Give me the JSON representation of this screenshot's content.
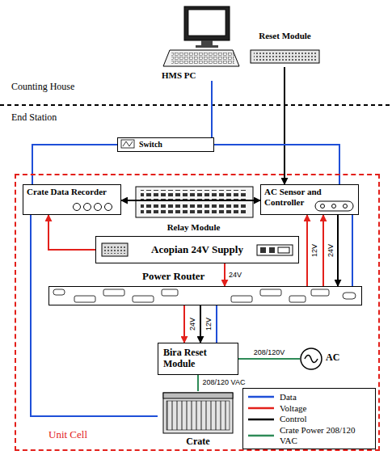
{
  "diagram": {
    "nodes": [
      {
        "text": [
          "HMS PC"
        ]
      },
      {
        "text": [
          "Reset Module"
        ]
      },
      {
        "text": [
          "Switch"
        ]
      },
      {
        "text": [
          "Unit Cell"
        ]
      },
      {
        "text": [
          "Crate Data Recorder"
        ],
        "in": 3
      },
      {
        "text": [
          "Relay Module"
        ],
        "in": 3
      },
      {
        "text": [
          "AC Sensor and Controller"
        ],
        "in": 3
      },
      {
        "text": [
          "Acopian 24V Supply"
        ],
        "in": 3
      },
      {
        "text": [
          "Power Router"
        ],
        "in": 3
      },
      {
        "text": [
          "Bira Reset Module"
        ],
        "in": 3
      },
      {
        "text": [
          "AC"
        ],
        "in": 3
      },
      {
        "text": [
          "Crate"
        ],
        "in": 3
      }
    ],
    "edges": [
      {
        "from": 0,
        "to": 2,
        "arrow": "none"
      },
      {
        "from": 1,
        "to": 6,
        "arrow": "to"
      },
      {
        "from": 2,
        "to": 4,
        "arrow": "none"
      },
      {
        "from": 2,
        "to": 6,
        "arrow": "none"
      },
      {
        "from": 4,
        "to": 6,
        "arrow": "both"
      },
      {
        "from": 7,
        "to": 4,
        "arrow": "to"
      },
      {
        "from": 7,
        "to": 8,
        "arrow": "to",
        "label": "24V"
      },
      {
        "from": 8,
        "to": 6,
        "arrow": "to",
        "label": "12V"
      },
      {
        "from": 8,
        "to": 6,
        "arrow": "to",
        "label": "24V"
      },
      {
        "from": 6,
        "to": 8,
        "arrow": "to"
      },
      {
        "from": 6,
        "to": 8,
        "arrow": "none"
      },
      {
        "from": 8,
        "to": 9,
        "arrow": "to",
        "label": "24V"
      },
      {
        "from": 8,
        "to": 9,
        "arrow": "to",
        "label": "12V"
      },
      {
        "from": 8,
        "to": 9,
        "arrow": "none"
      },
      {
        "from": 10,
        "to": 9,
        "arrow": "none",
        "label": "208/120V"
      },
      {
        "from": 9,
        "to": 11,
        "arrow": "none",
        "label": "208/120 VAC"
      },
      {
        "from": 4,
        "to": 11,
        "arrow": "none"
      }
    ],
    "labels": [
      "Counting House",
      "End Station"
    ],
    "legend": [
      {
        "text": "Data"
      },
      {
        "text": "Voltage"
      },
      {
        "text": "Control"
      },
      {
        "text": "Crate Power 208/120 VAC"
      }
    ]
  }
}
